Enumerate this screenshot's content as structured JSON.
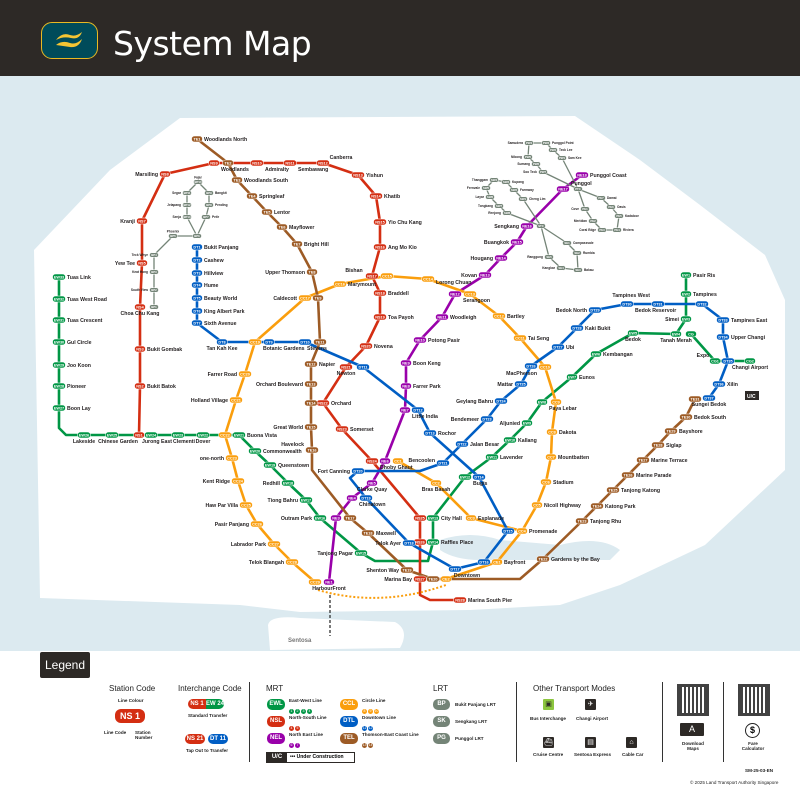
{
  "header": {
    "title": "System Map"
  },
  "colors": {
    "EW": "#009645",
    "NS": "#d42e12",
    "NE": "#9900aa",
    "CC": "#fa9e0d",
    "CE": "#fa9e0d",
    "DT": "#005ec4",
    "TE": "#9d5b25",
    "BP": "#748477",
    "SK": "#748477",
    "PG": "#748477",
    "water": "#dceaf0"
  },
  "lines": [
    {
      "id": "EW",
      "stations": [
        [
          "EW33",
          "Tuas Link"
        ],
        [
          "EW32",
          "Tuas West Road"
        ],
        [
          "EW31",
          "Tuas Crescent"
        ],
        [
          "EW30",
          "Gul Circle"
        ],
        [
          "EW29",
          "Joo Koon"
        ],
        [
          "EW28",
          "Pioneer"
        ],
        [
          "EW27",
          "Boon Lay"
        ],
        [
          "EW26",
          "Lakeside"
        ],
        [
          "EW25",
          "Chinese Garden"
        ],
        [
          "EW24",
          "Jurong East"
        ],
        [
          "EW23",
          "Clementi"
        ],
        [
          "EW22",
          "Dover"
        ],
        [
          "EW21",
          "Buona Vista"
        ],
        [
          "EW20",
          "Commonwealth"
        ],
        [
          "EW19",
          "Queenstown"
        ],
        [
          "EW18",
          "Redhill"
        ],
        [
          "EW17",
          "Tiong Bahru"
        ],
        [
          "EW16",
          "Outram Park"
        ],
        [
          "EW15",
          "Tanjong Pagar"
        ],
        [
          "EW14",
          "Raffles Place"
        ],
        [
          "EW13",
          "City Hall"
        ],
        [
          "EW12",
          "Bugis"
        ],
        [
          "EW11",
          "Lavender"
        ],
        [
          "EW10",
          "Kallang"
        ],
        [
          "EW9",
          "Aljunied"
        ],
        [
          "EW8",
          "Paya Lebar"
        ],
        [
          "EW7",
          "Eunos"
        ],
        [
          "EW6",
          "Kembangan"
        ],
        [
          "EW5",
          "Bedok"
        ],
        [
          "EW4",
          "Tanah Merah"
        ],
        [
          "EW3",
          "Simei"
        ],
        [
          "EW2",
          "Tampines"
        ],
        [
          "EW1",
          "Pasir Ris"
        ]
      ]
    },
    {
      "id": "CG",
      "stations": [
        [
          "CG",
          "Tanah Merah"
        ],
        [
          "CG1",
          "Expo"
        ],
        [
          "CG2",
          "Changi Airport"
        ]
      ]
    },
    {
      "id": "NS",
      "stations": [
        [
          "NS1",
          "Jurong East"
        ],
        [
          "NS2",
          "Bukit Batok"
        ],
        [
          "NS3",
          "Bukit Gombak"
        ],
        [
          "NS4",
          "Choa Chu Kang"
        ],
        [
          "NS5",
          "Yew Tee"
        ],
        [
          "NS7",
          "Kranji"
        ],
        [
          "NS8",
          "Marsiling"
        ],
        [
          "NS9",
          "Woodlands"
        ],
        [
          "NS10",
          "Admiralty"
        ],
        [
          "NS11",
          "Sembawang"
        ],
        [
          "NS12",
          "Canberra"
        ],
        [
          "NS13",
          "Yishun"
        ],
        [
          "NS14",
          "Khatib"
        ],
        [
          "NS15",
          "Yio Chu Kang"
        ],
        [
          "NS16",
          "Ang Mo Kio"
        ],
        [
          "NS17",
          "Bishan"
        ],
        [
          "NS18",
          "Braddell"
        ],
        [
          "NS19",
          "Toa Payoh"
        ],
        [
          "NS20",
          "Novena"
        ],
        [
          "NS21",
          "Newton"
        ],
        [
          "NS22",
          "Orchard"
        ],
        [
          "NS23",
          "Somerset"
        ],
        [
          "NS24",
          "Dhoby Ghaut"
        ],
        [
          "NS25",
          "City Hall"
        ],
        [
          "NS26",
          "Raffles Place"
        ],
        [
          "NS27",
          "Marina Bay"
        ],
        [
          "NS28",
          "Marina South Pier"
        ]
      ]
    },
    {
      "id": "NE",
      "stations": [
        [
          "NE1",
          "HarbourFront"
        ],
        [
          "NE3",
          "Outram Park"
        ],
        [
          "NE4",
          "Chinatown"
        ],
        [
          "NE5",
          "Clarke Quay"
        ],
        [
          "NE6",
          "Dhoby Ghaut"
        ],
        [
          "NE7",
          "Little India"
        ],
        [
          "NE8",
          "Farrer Park"
        ],
        [
          "NE9",
          "Boon Keng"
        ],
        [
          "NE10",
          "Potong Pasir"
        ],
        [
          "NE11",
          "Woodleigh"
        ],
        [
          "NE12",
          "Serangoon"
        ],
        [
          "NE13",
          "Kovan"
        ],
        [
          "NE14",
          "Hougang"
        ],
        [
          "NE15",
          "Buangkok"
        ],
        [
          "NE16",
          "Sengkang"
        ],
        [
          "NE17",
          "Punggol"
        ],
        [
          "NE18",
          "Punggol Coast"
        ]
      ]
    },
    {
      "id": "CC",
      "stations": [
        [
          "CC1",
          "Dhoby Ghaut"
        ],
        [
          "CC2",
          "Bras Basah"
        ],
        [
          "CC3",
          "Esplanade"
        ],
        [
          "CC4",
          "Promenade"
        ],
        [
          "CC5",
          "Nicoll Highway"
        ],
        [
          "CC6",
          "Stadium"
        ],
        [
          "CC7",
          "Mountbatten"
        ],
        [
          "CC8",
          "Dakota"
        ],
        [
          "CC9",
          "Paya Lebar"
        ],
        [
          "CC10",
          "MacPherson"
        ],
        [
          "CC11",
          "Tai Seng"
        ],
        [
          "CC12",
          "Bartley"
        ],
        [
          "CC13",
          "Serangoon"
        ],
        [
          "CC14",
          "Lorong Chuan"
        ],
        [
          "CC15",
          "Bishan"
        ],
        [
          "CC16",
          "Marymount"
        ],
        [
          "CC17",
          "Caldecott"
        ],
        [
          "CC19",
          "Botanic Gardens"
        ],
        [
          "CC20",
          "Farrer Road"
        ],
        [
          "CC21",
          "Holland Village"
        ],
        [
          "CC22",
          "Buona Vista"
        ],
        [
          "CC23",
          "one-north"
        ],
        [
          "CC24",
          "Kent Ridge"
        ],
        [
          "CC25",
          "Haw Par Villa"
        ],
        [
          "CC26",
          "Pasir Panjang"
        ],
        [
          "CC27",
          "Labrador Park"
        ],
        [
          "CC28",
          "Telok Blangah"
        ],
        [
          "CC29",
          "HarbourFront"
        ]
      ]
    },
    {
      "id": "CE",
      "stations": [
        [
          "CC4",
          "Promenade"
        ],
        [
          "CE1",
          "Bayfront"
        ],
        [
          "CE2",
          "Marina Bay"
        ]
      ]
    },
    {
      "id": "DT",
      "stations": [
        [
          "DT1",
          "Bukit Panjang"
        ],
        [
          "DT2",
          "Cashew"
        ],
        [
          "DT3",
          "Hillview"
        ],
        [
          "DT4",
          "Hume"
        ],
        [
          "DT5",
          "Beauty World"
        ],
        [
          "DT6",
          "King Albert Park"
        ],
        [
          "DT7",
          "Sixth Avenue"
        ],
        [
          "DT8",
          "Tan Kah Kee"
        ],
        [
          "DT9",
          "Botanic Gardens"
        ],
        [
          "DT10",
          "Stevens"
        ],
        [
          "DT11",
          "Newton"
        ],
        [
          "DT12",
          "Little India"
        ],
        [
          "DT13",
          "Rochor"
        ],
        [
          "DT14",
          "Bugis"
        ],
        [
          "DT15",
          "Promenade"
        ],
        [
          "DT16",
          "Bayfront"
        ],
        [
          "DT17",
          "Downtown"
        ],
        [
          "DT18",
          "Telok Ayer"
        ],
        [
          "DT19",
          "Chinatown"
        ],
        [
          "DT20",
          "Fort Canning"
        ],
        [
          "DT21",
          "Bencoolen"
        ],
        [
          "DT22",
          "Jalan Besar"
        ],
        [
          "DT23",
          "Bendemeer"
        ],
        [
          "DT24",
          "Geylang Bahru"
        ],
        [
          "DT25",
          "Mattar"
        ],
        [
          "DT26",
          "MacPherson"
        ],
        [
          "DT27",
          "Ubi"
        ],
        [
          "DT28",
          "Kaki Bukit"
        ],
        [
          "DT29",
          "Bedok North"
        ],
        [
          "DT30",
          "Bedok Reservoir"
        ],
        [
          "DT31",
          "Tampines West"
        ],
        [
          "DT32",
          "Tampines"
        ],
        [
          "DT33",
          "Tampines East"
        ],
        [
          "DT34",
          "Upper Changi"
        ],
        [
          "DT35",
          "Expo"
        ],
        [
          "DT36",
          "Xilin"
        ],
        [
          "DT37",
          "Sungei Bedok"
        ]
      ]
    },
    {
      "id": "TE",
      "stations": [
        [
          "TE1",
          "Woodlands North"
        ],
        [
          "TE2",
          "Woodlands"
        ],
        [
          "TE3",
          "Woodlands South"
        ],
        [
          "TE4",
          "Springleaf"
        ],
        [
          "TE5",
          "Lentor"
        ],
        [
          "TE6",
          "Mayflower"
        ],
        [
          "TE7",
          "Bright Hill"
        ],
        [
          "TE8",
          "Upper Thomson"
        ],
        [
          "TE9",
          "Caldecott"
        ],
        [
          "TE11",
          "Stevens"
        ],
        [
          "TE12",
          "Napier"
        ],
        [
          "TE13",
          "Orchard Boulevard"
        ],
        [
          "TE14",
          "Orchard"
        ],
        [
          "TE15",
          "Great World"
        ],
        [
          "TE16",
          "Havelock"
        ],
        [
          "TE17",
          "Outram Park"
        ],
        [
          "TE18",
          "Maxwell"
        ],
        [
          "TE19",
          "Shenton Way"
        ],
        [
          "TE20",
          "Marina Bay"
        ],
        [
          "TE22",
          "Gardens by the Bay"
        ],
        [
          "TE23",
          "Tanjong Rhu"
        ],
        [
          "TE24",
          "Katong Park"
        ],
        [
          "TE25",
          "Tanjong Katong"
        ],
        [
          "TE26",
          "Marine Parade"
        ],
        [
          "TE27",
          "Marine Terrace"
        ],
        [
          "TE28",
          "Siglap"
        ],
        [
          "TE29",
          "Bayshore"
        ],
        [
          "TE30",
          "Bedok South"
        ],
        [
          "TE31",
          "Sungei Bedok"
        ]
      ]
    },
    {
      "id": "BP",
      "stations": [
        [
          "BP1",
          "Choa Chu Kang"
        ],
        [
          "BP2",
          "South View"
        ],
        [
          "BP3",
          "Keat Hong"
        ],
        [
          "BP4",
          "Teck Whye"
        ],
        [
          "BP5",
          "Phoenix"
        ],
        [
          "BP6",
          "Bukit Panjang"
        ],
        [
          "BP7",
          "Petir"
        ],
        [
          "BP8",
          "Pending"
        ],
        [
          "BP9",
          "Bangkit"
        ],
        [
          "BP10",
          "Fajar"
        ],
        [
          "BP11",
          "Segar"
        ],
        [
          "BP12",
          "Jelapang"
        ],
        [
          "BP13",
          "Senja"
        ]
      ]
    },
    {
      "id": "SK",
      "stations": [
        [
          "STC",
          "Sengkang"
        ],
        [
          "SE1",
          "Compassvale"
        ],
        [
          "SE2",
          "Rumbia"
        ],
        [
          "SE3",
          "Bakau"
        ],
        [
          "SE4",
          "Kangkar"
        ],
        [
          "SE5",
          "Ranggung"
        ],
        [
          "SW1",
          "Cheng Lim"
        ],
        [
          "SW2",
          "Farmway"
        ],
        [
          "SW3",
          "Kupang"
        ],
        [
          "SW4",
          "Thanggam"
        ],
        [
          "SW5",
          "Fernvale"
        ],
        [
          "SW6",
          "Layar"
        ],
        [
          "SW7",
          "Tongkang"
        ],
        [
          "SW8",
          "Renjong"
        ]
      ]
    },
    {
      "id": "PG",
      "stations": [
        [
          "PTC",
          "Punggol"
        ],
        [
          "PE1",
          "Cove"
        ],
        [
          "PE2",
          "Meridian"
        ],
        [
          "PE3",
          "Coral Edge"
        ],
        [
          "PE4",
          "Riviera"
        ],
        [
          "PE5",
          "Kadaloor"
        ],
        [
          "PE6",
          "Oasis"
        ],
        [
          "PE7",
          "Damai"
        ],
        [
          "PW1",
          "Sam Kee"
        ],
        [
          "PW2",
          "Teck Lee"
        ],
        [
          "PW3",
          "Punggol Point"
        ],
        [
          "PW4",
          "Samudera"
        ],
        [
          "PW5",
          "Nibong"
        ],
        [
          "PW6",
          "Sumang"
        ],
        [
          "PW7",
          "Soo Teck"
        ]
      ]
    }
  ],
  "map_labels": {
    "sentosa": "Sentosa",
    "uc": "U/C"
  },
  "legend": {
    "title": "Legend",
    "station_code": {
      "heading": "Station Code",
      "sample": "NS 1",
      "line_colour": "Line Colour",
      "line_code": "Line Code",
      "station_number": "Station Number"
    },
    "interchange_code": {
      "heading": "Interchange Code",
      "standard": [
        "NS 1",
        "EW 24"
      ],
      "standard_label": "Standard Transfer",
      "tapout": [
        "NS 21",
        "DT 11"
      ],
      "tapout_label": "Tap Out to Transfer"
    },
    "mrt": {
      "heading": "MRT",
      "lines": [
        {
          "code": "EWL",
          "name": "East-West Line",
          "nums": [
            "1",
            "2",
            "3",
            "4"
          ],
          "color": "#009645"
        },
        {
          "code": "NSL",
          "name": "North-South Line",
          "nums": [
            "4",
            "5"
          ],
          "color": "#d42e12"
        },
        {
          "code": "NEL",
          "name": "North East Line",
          "nums": [
            "6",
            "7"
          ],
          "color": "#9900aa"
        },
        {
          "code": "CCL",
          "name": "Circle Line",
          "nums": [
            "8",
            "9",
            "10"
          ],
          "color": "#fa9e0d"
        },
        {
          "code": "DTL",
          "name": "Downtown Line",
          "nums": [
            "11",
            "12"
          ],
          "color": "#005ec4"
        },
        {
          "code": "TEL",
          "name": "Thomson-East Coast Line",
          "nums": [
            "13",
            "14"
          ],
          "color": "#9d5b25"
        }
      ],
      "uc_code": "U/C",
      "uc_label": "Under Construction"
    },
    "lrt": {
      "heading": "LRT",
      "lines": [
        {
          "code": "BP",
          "name": "Bukit Panjang LRT"
        },
        {
          "code": "SK",
          "name": "Sengkang LRT"
        },
        {
          "code": "PG",
          "name": "Punggol LRT"
        }
      ]
    },
    "other": {
      "heading": "Other Transport Modes",
      "items": [
        "Bus Interchange",
        "Changi Airport",
        "Cruise Centre",
        "Sentosa Express",
        "Cable Car"
      ]
    },
    "download": "Download Maps",
    "fare": "Fare Calculator",
    "doc_code": "SM-25-03-EN",
    "copyright": "© 2025 Land Transport Authority Singapore"
  }
}
